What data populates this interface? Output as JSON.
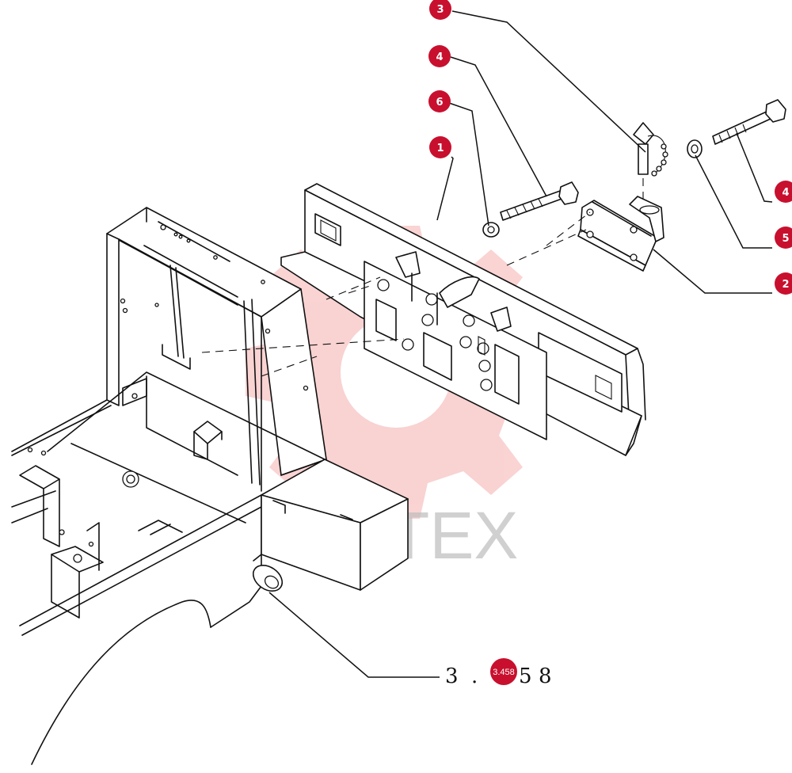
{
  "callouts": [
    {
      "id": "c1",
      "label": "1"
    },
    {
      "id": "c2",
      "label": "2"
    },
    {
      "id": "c3",
      "label": "3"
    },
    {
      "id": "c4a",
      "label": "4"
    },
    {
      "id": "c4b",
      "label": "4"
    },
    {
      "id": "c5",
      "label": "5"
    },
    {
      "id": "c6",
      "label": "6"
    }
  ],
  "reference": {
    "part1": "3",
    "dot": ".",
    "badge": "3.458",
    "part2": "5",
    "part3": "8"
  },
  "watermark": {
    "text": "ИНТЕХ",
    "color": "#e8a0a0"
  },
  "colors": {
    "callout": "#c8102e",
    "line": "#111111"
  }
}
